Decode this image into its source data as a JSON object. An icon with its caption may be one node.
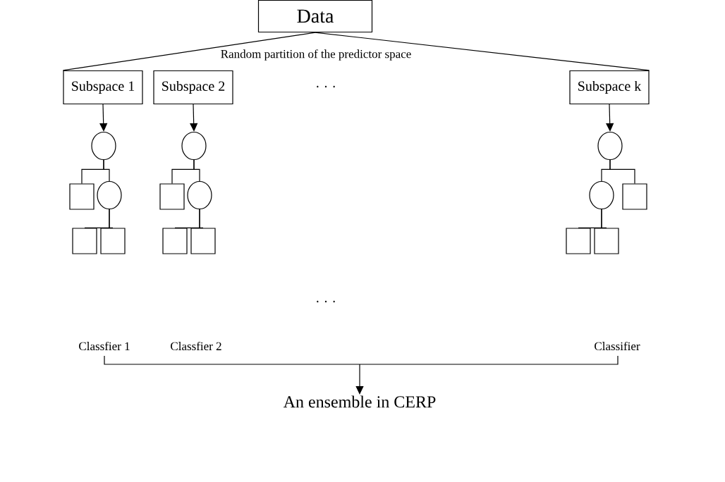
{
  "diagram": {
    "nodes": [
      {
        "text": [
          "Data"
        ]
      },
      {
        "text": [
          "Subspace 1"
        ]
      },
      {
        "text": [
          "Subspace 2"
        ]
      },
      {
        "text": [
          "Subspace k"
        ]
      },
      {
        "text": [],
        "shape": "circle"
      },
      {
        "text": [],
        "shape": "box"
      },
      {
        "text": [],
        "shape": "circle"
      },
      {
        "text": [],
        "shape": "box"
      },
      {
        "text": [],
        "shape": "box"
      },
      {
        "text": [],
        "shape": "circle"
      },
      {
        "text": [],
        "shape": "box"
      },
      {
        "text": [],
        "shape": "circle"
      },
      {
        "text": [],
        "shape": "box"
      },
      {
        "text": [],
        "shape": "box"
      },
      {
        "text": [],
        "shape": "circle"
      },
      {
        "text": [],
        "shape": "circle"
      },
      {
        "text": [],
        "shape": "box"
      },
      {
        "text": [],
        "shape": "box"
      },
      {
        "text": [],
        "shape": "box"
      },
      {
        "text": [
          "An ensemble in CERP"
        ]
      },
      {
        "text": [],
        "shape": "bar"
      }
    ],
    "edges": [
      {
        "from": 0,
        "to": 1,
        "arrow": "none"
      },
      {
        "from": 0,
        "to": 3,
        "arrow": "none"
      },
      {
        "from": 1,
        "to": 4,
        "arrow": "to"
      },
      {
        "from": 2,
        "to": 9,
        "arrow": "to"
      },
      {
        "from": 3,
        "to": 14,
        "arrow": "to"
      },
      {
        "from": 4,
        "to": 5,
        "arrow": "none"
      },
      {
        "from": 4,
        "to": 6,
        "arrow": "none"
      },
      {
        "from": 6,
        "to": 7,
        "arrow": "none"
      },
      {
        "from": 6,
        "to": 8,
        "arrow": "none"
      },
      {
        "from": 9,
        "to": 10,
        "arrow": "none"
      },
      {
        "from": 9,
        "to": 11,
        "arrow": "none"
      },
      {
        "from": 11,
        "to": 12,
        "arrow": "none"
      },
      {
        "from": 11,
        "to": 13,
        "arrow": "none"
      },
      {
        "from": 14,
        "to": 15,
        "arrow": "none"
      },
      {
        "from": 14,
        "to": 16,
        "arrow": "none"
      },
      {
        "from": 15,
        "to": 17,
        "arrow": "none"
      },
      {
        "from": 15,
        "to": 18,
        "arrow": "none"
      },
      {
        "from": 20,
        "to": 19,
        "arrow": "to"
      }
    ],
    "labels": [
      "Random partition of the predictor space",
      ". . .",
      ". . .",
      "Classfier 1",
      "Classfier 2",
      "Classifier"
    ]
  }
}
